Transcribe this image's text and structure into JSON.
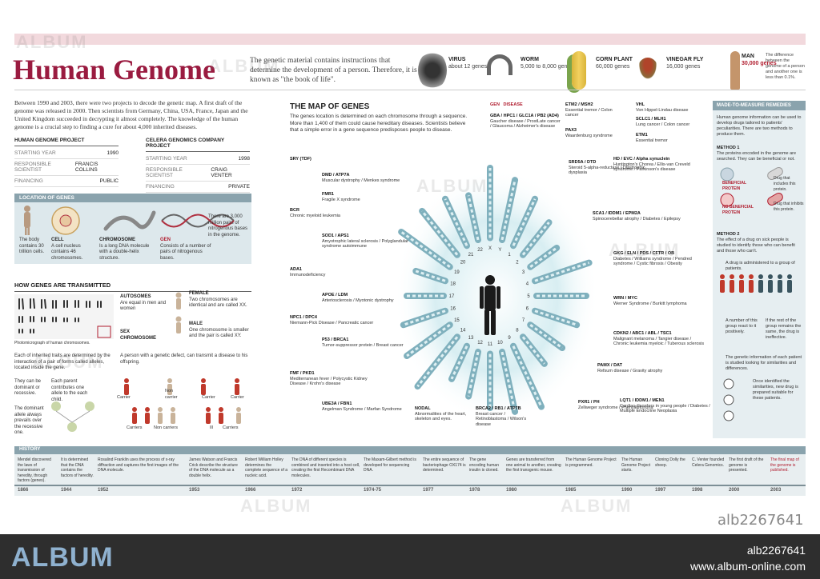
{
  "title": "Human Genome",
  "intro": "The genetic material contains instructions that determine the development of a person. Therefore, it is known as \"the book of life\".",
  "organisms": [
    {
      "name": "VIRUS",
      "genes": "about 12 genes"
    },
    {
      "name": "WORM",
      "genes": "5,000 to 8,000 genes"
    },
    {
      "name": "CORN PLANT",
      "genes": "60,000 genes"
    },
    {
      "name": "VINEGAR FLY",
      "genes": "16,000 genes"
    },
    {
      "name": "MAN",
      "genes": "30,000 genes",
      "note": "The difference between the genome of a person and another one is less than 0.1%."
    }
  ],
  "lead": "Between 1990 and 2003, there were two projects to decode the genetic map. A first draft of the genome was released in 2000. Then scientists from Germany, China, USA, France, Japan and the United Kingdom succeeded in decrypting it almost completely. The knowledge of the human genome is a crucial step to finding a cure for about 4,000 inherited diseases.",
  "projects": [
    {
      "head": "HUMAN GENOME PROJECT",
      "rows": [
        [
          "STARTING YEAR",
          "1990"
        ],
        [
          "RESPONSIBLE SCIENTIST",
          "FRANCIS COLLINS"
        ],
        [
          "FINANCING",
          "PUBLIC"
        ]
      ]
    },
    {
      "head": "CELERA GENOMICS COMPANY PROJECT",
      "rows": [
        [
          "STARTING YEAR",
          "1998"
        ],
        [
          "RESPONSIBLE SCIENTIST",
          "CRAIG VENTER"
        ],
        [
          "FINANCING",
          "PRIVATE"
        ]
      ]
    }
  ],
  "location": {
    "head": "LOCATION OF GENES",
    "body": "The body contains 30 trillion cells.",
    "cell_title": "CELL",
    "cell": "A cell nucleus contains 46 chromosomes.",
    "chromosome_title": "CHROMOSOME",
    "chromosome": "Is a long DNA molecule with a double-helix structure.",
    "gen_title": "GEN",
    "gen": "Consists of a number of pairs of nitrogenous bases.",
    "pairs": "There are 3,000 million pairs of nitrogenous bases in the genome."
  },
  "transmitted": {
    "head": "HOW GENES ARE TRANSMITTED",
    "autosomes_title": "AUTOSOMES",
    "autosomes": "Are equal in men and women",
    "sex_title": "SEX CHROMOSOME",
    "female_title": "FEMALE",
    "female": "Two chromosomes are identical and are called XX.",
    "male_title": "MALE",
    "male": "One chromosome is smaller and the pair is called XY.",
    "photo_caption": "Photomicrograph of human chromosomes.",
    "inherited": "Each of inherited traits are determined by the interaction of a pair of forms called alleles, located inside the gene.",
    "defect": "A person with a genetic defect, can transmit a disease to his offspring.",
    "dominant": "They can be dominant or recessive.",
    "each_parent": "Each parent contributes one allele to the each child.",
    "dominant_allele": "The dominant allele always prevails over the recessive one.",
    "carrier": "Carrier",
    "non_carrier": "Non carrier",
    "carriers": "Carriers",
    "non_carriers": "Non carriers",
    "ill": "Ill"
  },
  "map": {
    "title": "THE MAP OF GENES",
    "text": "The genes location is determined on each chromosome through a sequence. More than 1,400 of them could cause hereditary diseases. Scientists believe that a simple error in a gene sequence predisposes people to disease.",
    "gen_label": "GEN",
    "disease_label": "DISEASE"
  },
  "genes_left": [
    {
      "code": "SRY (TDF)",
      "disease": ""
    },
    {
      "code": "DMD / ATP7A",
      "disease": "Muscular dystrophy / Menkes syndrome"
    },
    {
      "code": "FMR1",
      "disease": "Fragile X syndrome"
    },
    {
      "code": "BCR",
      "disease": "Chronic myeloid leukemia"
    },
    {
      "code": "SOD1 / APS1",
      "disease": "Amyotrophic lateral sclerosis / Polyglandular syndrome autoimmune"
    },
    {
      "code": "ADA1",
      "disease": "Immunodeficiency"
    },
    {
      "code": "APOE / LDM",
      "disease": "Arteriosclerosis / Myotonic dystrophy"
    },
    {
      "code": "NPC1 / DPC4",
      "disease": "Niemann-Pick Disease / Pancreatic cancer"
    },
    {
      "code": "P53 / BRCA1",
      "disease": "Tumor-suppressor protein / Breast cancer"
    },
    {
      "code": "FMF / PKD1",
      "disease": "Mediterranean fever / Polycystic Kidney Disease / Krohn's disease"
    },
    {
      "code": "UBE3A / FBN1",
      "disease": "Angelman Syndrome / Marfan Syndrome"
    },
    {
      "code": "NODAL",
      "disease": "Abnormalities of the heart, skeleton and eyes."
    },
    {
      "code": "BRCA2 / RB1 / ATP7B",
      "disease": "Breast cancer / Retinoblastoma / Wilson's disease"
    }
  ],
  "genes_top": [
    {
      "code": "GBA / HPC1 / GLC1A / PB2 (AD4)",
      "disease": "Gaucher disease / ProstLate cancer / Glaucoma / Alzheimer's disease"
    },
    {
      "code": "ETM2 / MSH2",
      "disease": "Essential tremor / Colon cancer"
    },
    {
      "code": "PAX3",
      "disease": "Waardenburg syndrome"
    },
    {
      "code": "VHL",
      "disease": "Von Hippel-Lindau disease"
    },
    {
      "code": "SCLC1 / MLH1",
      "disease": "Lung cancer / Colon cancer"
    },
    {
      "code": "ETM1",
      "disease": "Essential tremor"
    }
  ],
  "genes_right": [
    {
      "code": "SRD5A / DTD",
      "disease": "Steroid 5-alpha-reductase / Diastrophic dysplasia"
    },
    {
      "code": "HD / EVC / Alpha synuclein",
      "disease": "Huntington's Chorea / Ellis-van Creveld syndrome / Parkinson's disease"
    },
    {
      "code": "SCA1 / IDDM1 / EPM2A",
      "disease": "Spinocerebellar atrophy / Diabetes / Epilepsy"
    },
    {
      "code": "GKG / ELN / PDS / CFTR / OB",
      "disease": "Diabetes / Williams syndrome / Pendred syndrome / Cystic fibrosis / Obesity"
    },
    {
      "code": "WRN / MYC",
      "disease": "Werner Syndrome / Burkitt lymphoma"
    },
    {
      "code": "CDKN2 / ABC1 / ABL / TSC1",
      "disease": "Malignant melanoma / Tangier disease / Chronic leukemia myeloic / Tuberous sclerosis"
    },
    {
      "code": "PAMX / DAT",
      "disease": "Refsum disease / Gravity atrophy"
    },
    {
      "code": "PXR1 / PH",
      "disease": "Zellweger syndrome / Phenylketonuria"
    },
    {
      "code": "LQT1 / IDDM1 / MEN1",
      "disease": "Cardiac disorders in young people / Diabetes / Multiple Endocrine Neoplasia"
    }
  ],
  "chromosome_labels": [
    "X",
    "Y",
    "1",
    "2",
    "3",
    "4",
    "5",
    "6",
    "7",
    "8",
    "9",
    "10",
    "11",
    "12",
    "13",
    "14",
    "15",
    "16",
    "17",
    "18",
    "19",
    "20",
    "21",
    "22"
  ],
  "remedies": {
    "head": "MADE-TO-MEASURE REMEDIES",
    "intro": "Human genome information can be used to develop drugs tailored to patients' peculiarities. There are two methods to produce them.",
    "m1_title": "METHOD 1",
    "m1": "The proteins encoded in the genome are searched. They can be beneficial or not.",
    "beneficial": "BENEFICIAL PROTEIN",
    "drug_includes": "Drug that includes this protein.",
    "no_beneficial": "NO BENEFICIAL PROTEIN",
    "drug_inhibits": "Drug that inhibits this protein.",
    "m2_title": "METHOD 2",
    "m2": "The effect of a drug on sick people is studied to identify those who can benefit and those who can't.",
    "step1": "A drug is administered to a group of patients.",
    "step2a": "A number of this group react to it positively.",
    "step2b": "If the rest of the group remains the same, the drug is ineffective.",
    "step3": "The genetic information of each patient is studied looking for similarities and differences.",
    "step3b": "Once identified the similarities, new drug is prepared suitable for these patients."
  },
  "history": {
    "head": "HISTORY",
    "items": [
      {
        "year": "1866",
        "text": "Mendel discovered the laws of transmission of heredity, through factors (genes)."
      },
      {
        "year": "1944",
        "text": "It is determined that the DNA contains the factors of heredity."
      },
      {
        "year": "1952",
        "text": "Rosalind Franklin uses the process of x-ray diffraction and captures the first images of the DNA molecule."
      },
      {
        "year": "1953",
        "text": "James Watson and Francis Crick describe the structure of the DNA molecule as a double helix."
      },
      {
        "year": "1966",
        "text": "Robert William Holley determines the complete sequence of a nucleic acid."
      },
      {
        "year": "1972",
        "text": "The DNA of different species is combined and inserted into a host cell, creating the first Recombinant DNA molecules."
      },
      {
        "year": "1974-75",
        "text": "The Maxam-Gilbert method is developed for sequencing DNA."
      },
      {
        "year": "1977",
        "text": "The entire sequence of bacteriophage OX174 is determined."
      },
      {
        "year": "1978",
        "text": "The gene encoding human insulin is cloned."
      },
      {
        "year": "1980",
        "text": "Genes are transferred from one animal to another, creating the first transgenic mouse."
      },
      {
        "year": "1985",
        "text": "The Human Genome Project is programmed."
      },
      {
        "year": "1990",
        "text": "The Human Genome Project starts."
      },
      {
        "year": "1997",
        "text": "Cloning Dolly the sheep."
      },
      {
        "year": "1998",
        "text": "C. Venter founded Celera Genomics."
      },
      {
        "year": "2000",
        "text": "The first draft of the genome is presented."
      },
      {
        "year": "2003",
        "text": "The final map of the genome is published."
      }
    ]
  },
  "watermark": "ALBUM",
  "image_id": "alb2267641",
  "footer": {
    "logo": "ALBUM",
    "ref": "alb2267641",
    "url": "www.album-online.com"
  },
  "colors": {
    "accent": "#9a1b40",
    "band": "#8aa3ad",
    "footer_bg": "#2e2e2e",
    "logo": "#8fb1cf"
  }
}
